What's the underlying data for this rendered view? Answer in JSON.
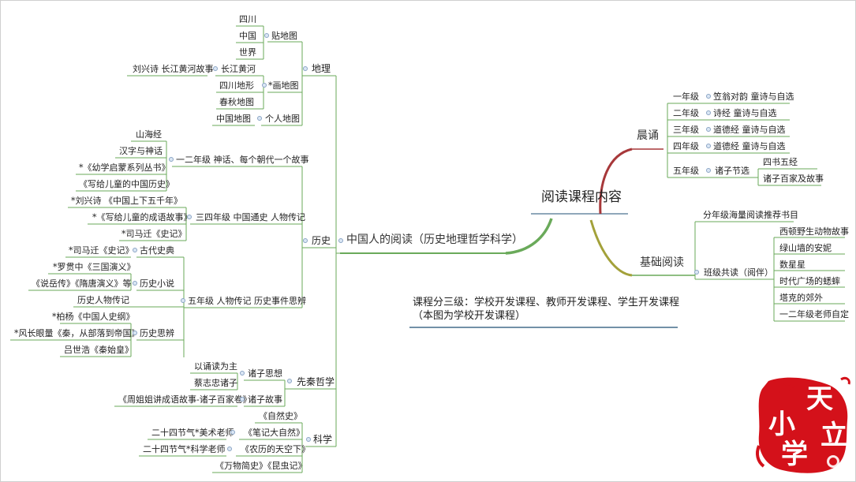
{
  "center": "阅读课程内容",
  "branch_left": "中国人的阅读（历史地理哲学科学）",
  "branch_morning": "晨诵",
  "branch_basic": "基础阅读",
  "note": {
    "line1": "课程分三级：学校开发课程、教师开发课程、学生开发课程",
    "line2": "（本图为学校开发课程）"
  },
  "geo": {
    "label": "地理",
    "paste": "贴地图",
    "paste_items": [
      "四川",
      "中国",
      "世界"
    ],
    "draw": "*画地图",
    "river": "长江黄河",
    "river_item": "刘兴诗 长江黄河故事",
    "draw_items": [
      "四川地形",
      "春秋地图"
    ],
    "personal": "个人地图",
    "personal_item": "中国地图"
  },
  "hist": {
    "label": "历史",
    "g12": "一二年级  神话、每个朝代一个故事",
    "g12_items": [
      "山海经",
      "汉字与神话",
      "*《幼学启蒙系列丛书》",
      "《写给儿童的中国历史》"
    ],
    "g34": "三四年级  中国通史  人物传记",
    "g34_items": [
      "*刘兴诗 《中国上下五千年》",
      "*《写给儿童的成语故事》",
      "*司马迁《史记》"
    ],
    "g5": "五年级  人物传记  历史事件思辨",
    "ancient": "古代史典",
    "ancient_item": "*司马迁《史记》",
    "novel": "历史小说",
    "novel_items": [
      "*罗贯中《三国演义》",
      "《说岳传》《隋唐演义》等"
    ],
    "people": "历史人物传记",
    "think": "历史思辨",
    "think_items": [
      "*柏杨《中国人史纲》",
      "*风长眼量《秦，从部落到帝国》",
      "吕世浩《秦始皇》"
    ]
  },
  "phil": {
    "label": "先秦哲学",
    "thought": "诸子思想",
    "thought_items": [
      "以诵读为主",
      "蔡志忠诸子"
    ],
    "story": "诸子故事",
    "story_item": "《周姐姐讲成语故事-诸子百家卷》"
  },
  "sci": {
    "label": "科学",
    "items": [
      "《自然史》",
      "《笔记大自然》",
      "《农历的天空下》",
      "《万物简史》《昆虫记》"
    ],
    "sub1": "二十四节气*美术老师",
    "sub2": "二十四节气*科学老师"
  },
  "morning": {
    "rows": [
      {
        "grade": "一年级",
        "text": "笠翁对韵  童诗与自选"
      },
      {
        "grade": "二年级",
        "text": "诗经   童诗与自选"
      },
      {
        "grade": "三年级",
        "text": "道德经  童诗与自选"
      },
      {
        "grade": "四年级",
        "text": "道德经   童诗与自选"
      }
    ],
    "g5": "五年级",
    "g5_sub": "诸子节选",
    "g5_items": [
      "四书五经",
      "诸子百家及故事"
    ]
  },
  "basic": {
    "graded": "分年级海量阅读推荐书目",
    "shared": "班级共读（阅伴）",
    "shared_items": [
      "西顿野生动物故事",
      "绿山墙的安妮",
      "数星星",
      "时代广场的蟋蟀",
      "塔克的郊外",
      "一二年级老师自定"
    ]
  },
  "seal": {
    "chars": [
      "天",
      "立",
      "小",
      "学"
    ]
  },
  "colors": {
    "green": "#6aaa5a",
    "red": "#a7383a",
    "olive": "#a3a13a",
    "blue": "#1f4f74",
    "dot": "#8aa4c4",
    "sealRed": "#d4111a"
  }
}
